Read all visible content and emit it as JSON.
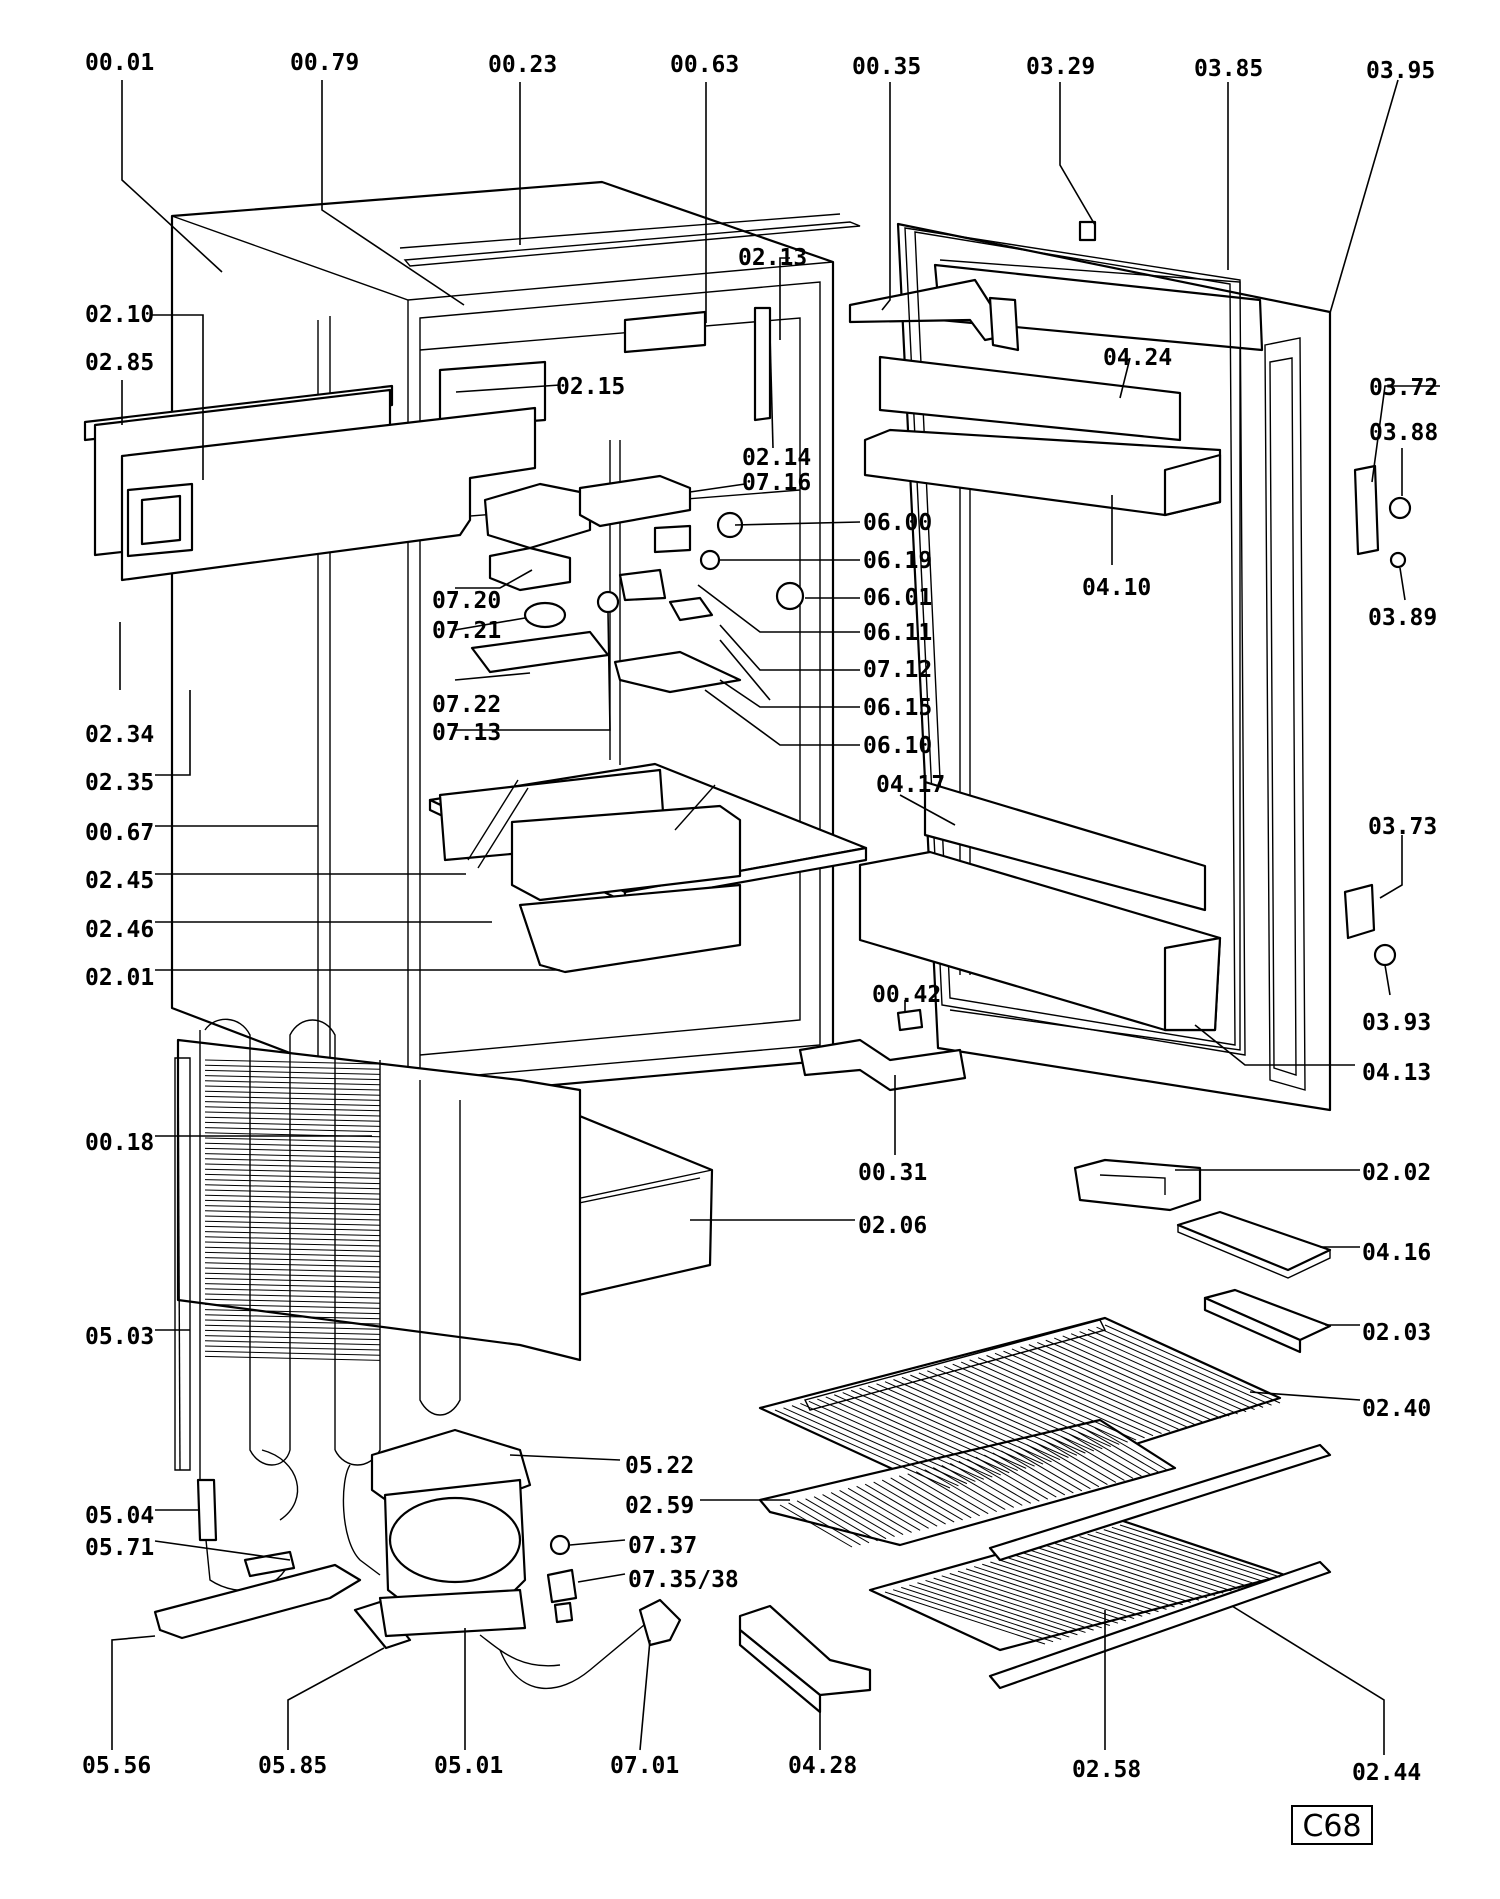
{
  "diagram_code": "C68",
  "labels": [
    {
      "id": "00.01",
      "text": "00.01"
    },
    {
      "id": "00.79",
      "text": "00.79"
    },
    {
      "id": "00.23",
      "text": "00.23"
    },
    {
      "id": "00.63",
      "text": "00.63"
    },
    {
      "id": "00.35",
      "text": "00.35"
    },
    {
      "id": "03.29",
      "text": "03.29"
    },
    {
      "id": "03.85",
      "text": "03.85"
    },
    {
      "id": "03.95",
      "text": "03.95"
    },
    {
      "id": "02.13",
      "text": "02.13"
    },
    {
      "id": "02.10",
      "text": "02.10"
    },
    {
      "id": "02.85",
      "text": "02.85"
    },
    {
      "id": "02.15",
      "text": "02.15"
    },
    {
      "id": "04.24",
      "text": "04.24"
    },
    {
      "id": "03.72",
      "text": "03.72"
    },
    {
      "id": "03.88",
      "text": "03.88"
    },
    {
      "id": "02.14",
      "text": "02.14"
    },
    {
      "id": "07.16",
      "text": "07.16"
    },
    {
      "id": "06.00",
      "text": "06.00"
    },
    {
      "id": "04.10",
      "text": "04.10"
    },
    {
      "id": "06.19",
      "text": "06.19"
    },
    {
      "id": "07.20",
      "text": "07.20"
    },
    {
      "id": "06.01",
      "text": "06.01"
    },
    {
      "id": "07.21",
      "text": "07.21"
    },
    {
      "id": "03.89",
      "text": "03.89"
    },
    {
      "id": "06.11",
      "text": "06.11"
    },
    {
      "id": "07.12",
      "text": "07.12"
    },
    {
      "id": "07.22",
      "text": "07.22"
    },
    {
      "id": "06.15",
      "text": "06.15"
    },
    {
      "id": "07.13",
      "text": "07.13"
    },
    {
      "id": "02.34",
      "text": "02.34"
    },
    {
      "id": "06.10",
      "text": "06.10"
    },
    {
      "id": "02.35",
      "text": "02.35"
    },
    {
      "id": "04.17",
      "text": "04.17"
    },
    {
      "id": "00.67",
      "text": "00.67"
    },
    {
      "id": "03.73",
      "text": "03.73"
    },
    {
      "id": "02.45",
      "text": "02.45"
    },
    {
      "id": "02.46",
      "text": "02.46"
    },
    {
      "id": "02.01",
      "text": "02.01"
    },
    {
      "id": "00.42",
      "text": "00.42"
    },
    {
      "id": "03.93",
      "text": "03.93"
    },
    {
      "id": "04.13",
      "text": "04.13"
    },
    {
      "id": "00.18",
      "text": "00.18"
    },
    {
      "id": "00.31",
      "text": "00.31"
    },
    {
      "id": "02.02",
      "text": "02.02"
    },
    {
      "id": "02.06",
      "text": "02.06"
    },
    {
      "id": "04.16",
      "text": "04.16"
    },
    {
      "id": "05.03",
      "text": "05.03"
    },
    {
      "id": "02.03",
      "text": "02.03"
    },
    {
      "id": "02.40",
      "text": "02.40"
    },
    {
      "id": "05.22",
      "text": "05.22"
    },
    {
      "id": "02.59",
      "text": "02.59"
    },
    {
      "id": "05.04",
      "text": "05.04"
    },
    {
      "id": "07.37",
      "text": "07.37"
    },
    {
      "id": "05.71",
      "text": "05.71"
    },
    {
      "id": "07.35/38",
      "text": "07.35/38"
    },
    {
      "id": "05.56",
      "text": "05.56"
    },
    {
      "id": "05.85",
      "text": "05.85"
    },
    {
      "id": "05.01",
      "text": "05.01"
    },
    {
      "id": "07.01",
      "text": "07.01"
    },
    {
      "id": "04.28",
      "text": "04.28"
    },
    {
      "id": "02.58",
      "text": "02.58"
    },
    {
      "id": "02.44",
      "text": "02.44"
    }
  ]
}
